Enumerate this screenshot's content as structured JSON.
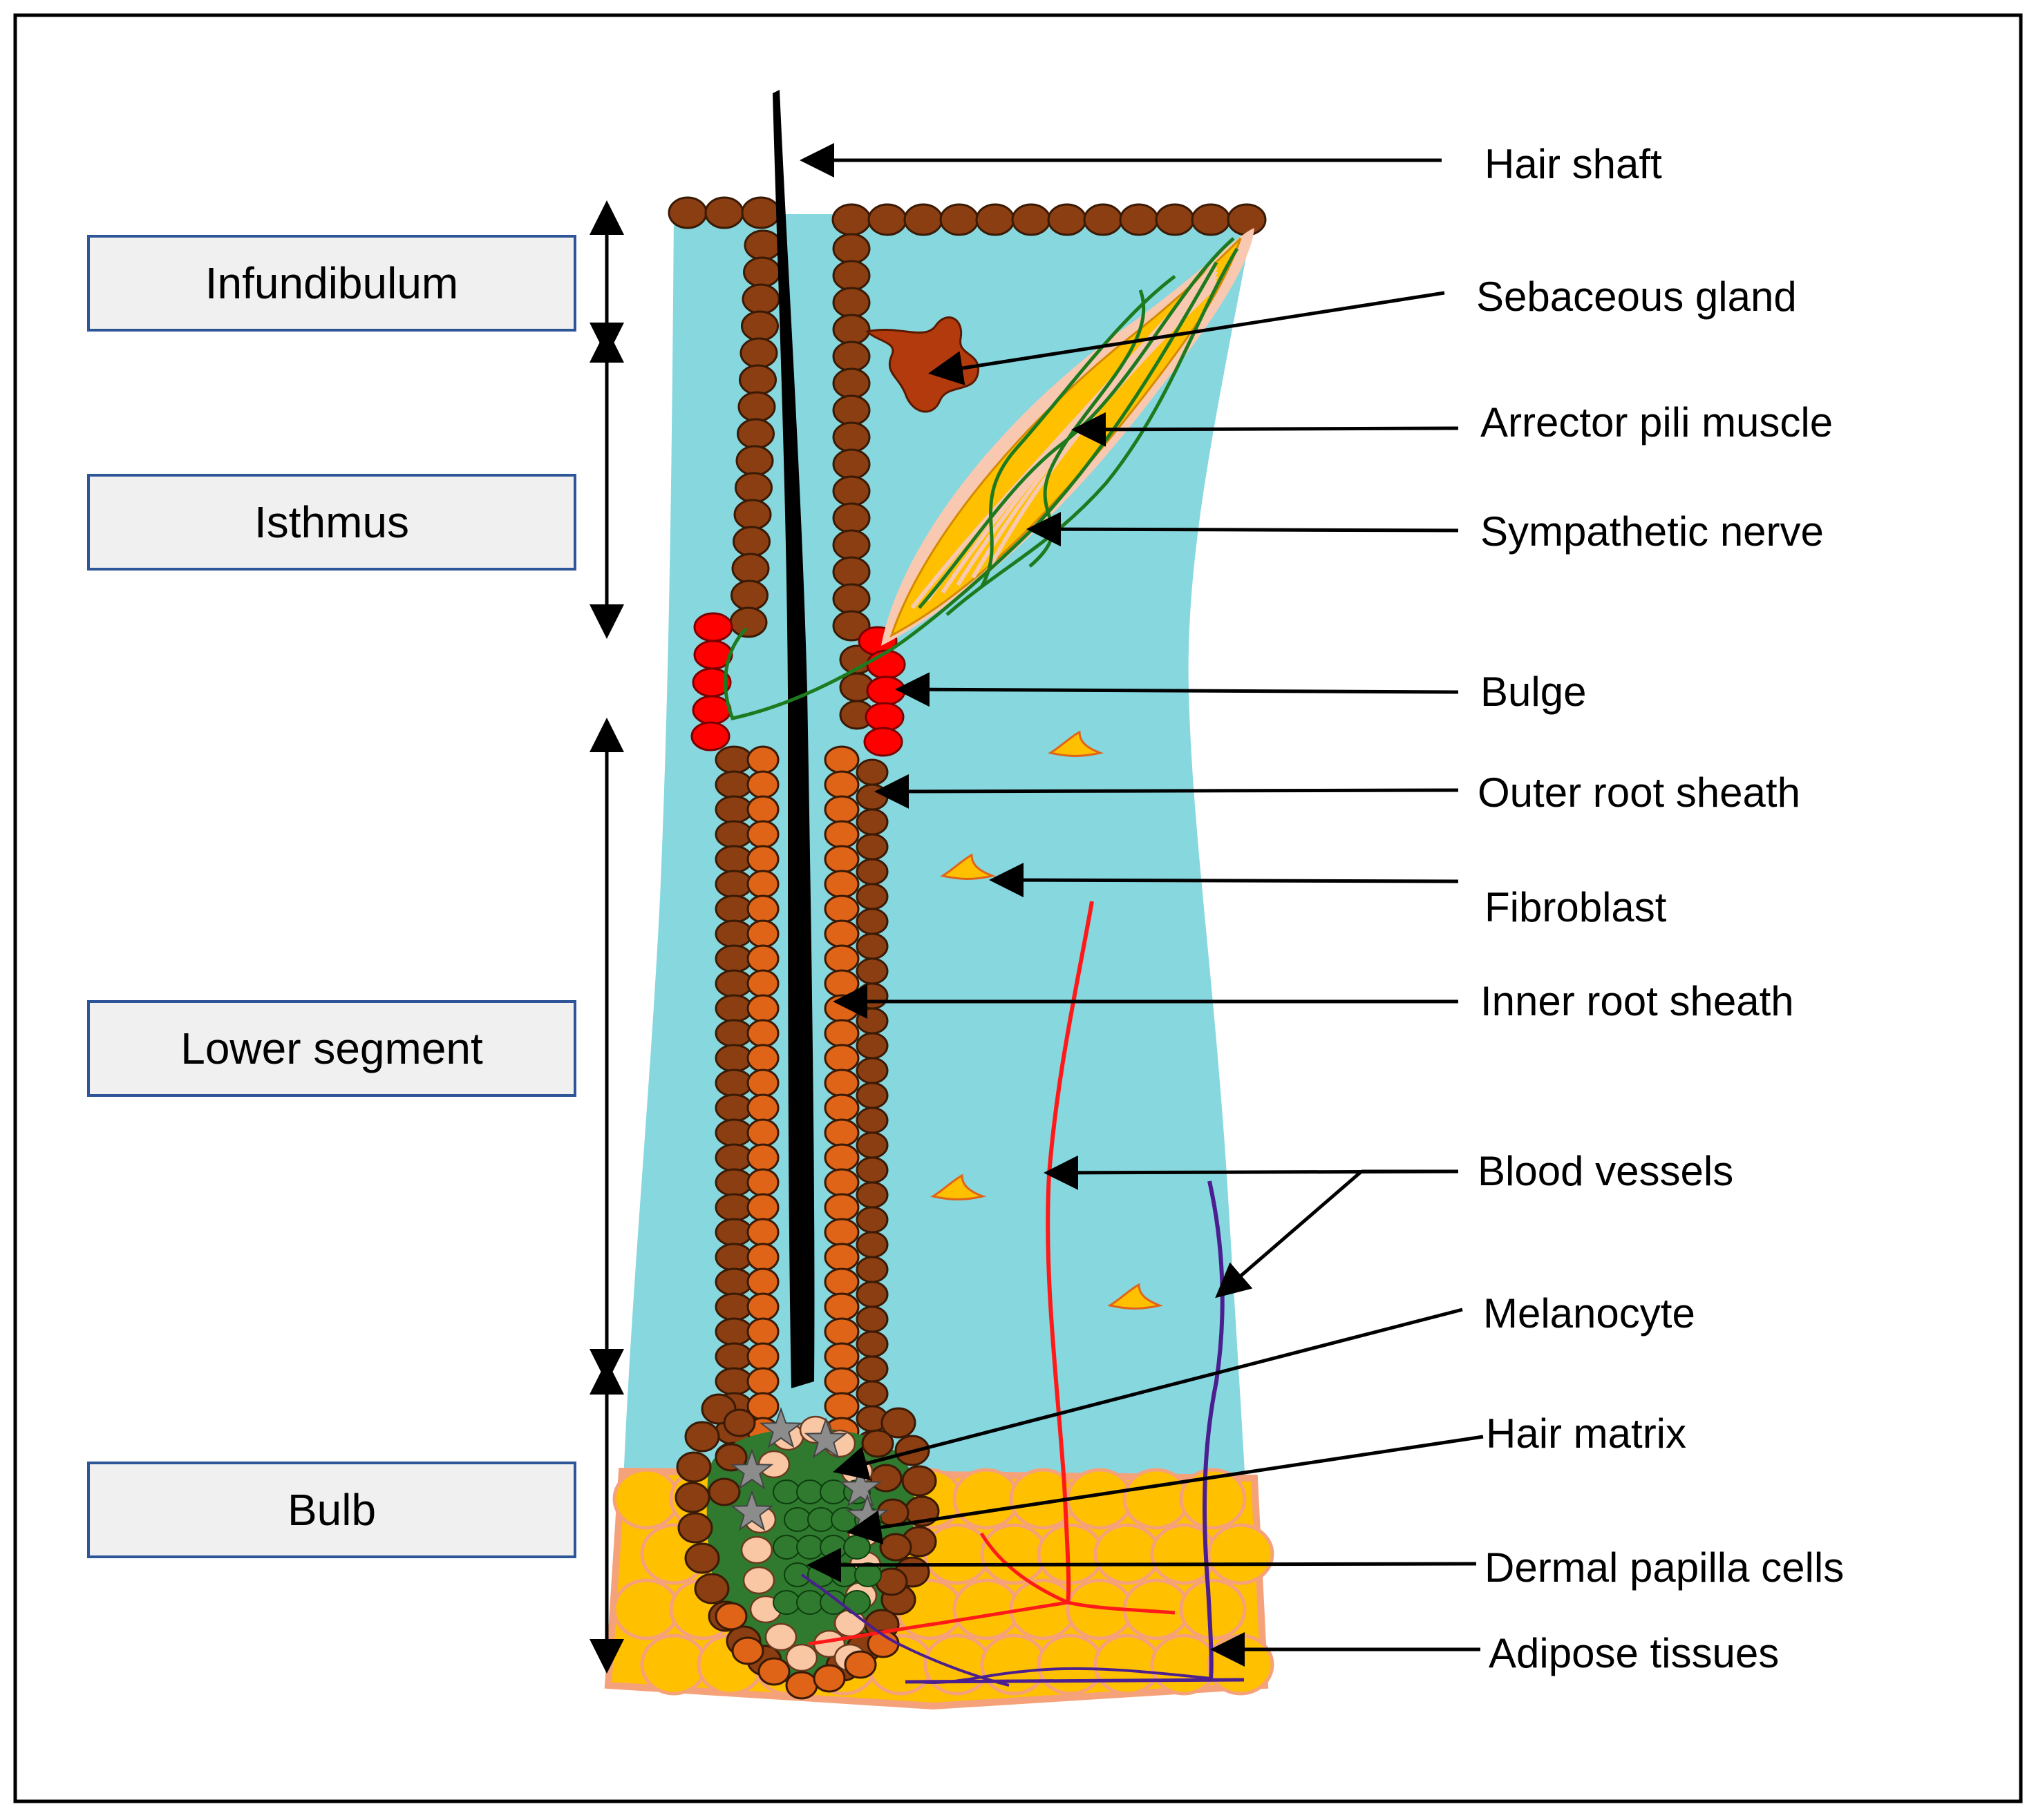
{
  "segments": [
    {
      "key": "infundibulum",
      "label": "Infundibulum"
    },
    {
      "key": "isthmus",
      "label": "Isthmus"
    },
    {
      "key": "lower_segment",
      "label": "Lower  segment"
    },
    {
      "key": "bulb",
      "label": "Bulb"
    }
  ],
  "labels": {
    "hair_shaft": "Hair shaft",
    "sebaceous_gland": "Sebaceous  gland",
    "arrector_pili_muscle": "Arrector pili muscle",
    "sympathetic_nerve": "Sympathetic  nerve",
    "bulge": "Bulge",
    "outer_root_sheath": "Outer  root  sheath",
    "fibroblast": "Fibroblast",
    "inner_root_sheath": "Inner  root  sheath",
    "blood_vessels": "Blood  vessels",
    "melanocyte": "Melanocyte",
    "hair_matrix": "Hair matrix",
    "dermal_papilla_cells": "Dermal  papilla  cells",
    "adipose_tissues": "Adipose  tissues"
  },
  "colors": {
    "dermis": "#87d7df",
    "outer_root_sheath": "#8b3e12",
    "inner_root_sheath": "#e06418",
    "bulge": "#ff0000",
    "hair_shaft": "#000000",
    "sebaceous_gland": "#b33a0c",
    "arrector_pili": "#ffc000",
    "muscle_sheath": "#f8c9b0",
    "nerve": "#1e7a1e",
    "artery": "#ff1a1a",
    "vein": "#4b1f8f",
    "adipose": "#ffc000",
    "adipose_outline": "#f5a27a",
    "dermal_papilla": "#2f7a2f",
    "matrix_cell": "#f9c7a4",
    "melanocyte": "#8c8c8c",
    "fibroblast": "#ffc000",
    "segment_box_fill": "#f0f0f0",
    "segment_box_border": "#2e5597"
  }
}
